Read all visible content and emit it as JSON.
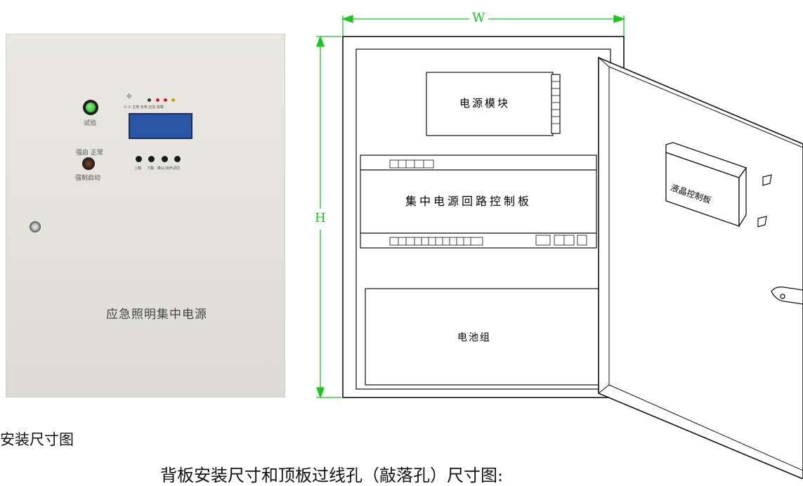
{
  "photo": {
    "test_label": "试验",
    "force_top_label": "强启 正常",
    "force_label": "强制启动",
    "indicator_labels": "① ② 主电 充电 应急 故障",
    "key_labels": [
      "上翻",
      "下翻",
      "确认/消声",
      "返回"
    ],
    "main_label": "应急照明集中电源"
  },
  "drawing": {
    "width_label": "W",
    "height_label": "H",
    "power_module": "电源模块",
    "control_board": "集中电源回路控制板",
    "battery": "电池组",
    "lcd_board": "液晶控制板"
  },
  "doc": {
    "section_heading": "安装尺寸图",
    "body_text": "背板安装尺寸和顶板过线孔（敲落孔）尺寸图:"
  }
}
